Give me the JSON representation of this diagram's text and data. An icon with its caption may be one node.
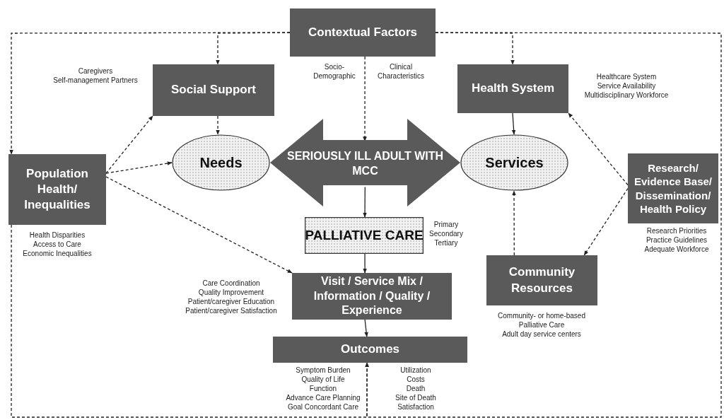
{
  "diagram": {
    "nodes": [
      {
        "text": [
          "Contextual Factors"
        ]
      },
      {
        "text": [
          "Social Support"
        ],
        "beside": [
          "Caregivers",
          "Self-management Partners"
        ]
      },
      {
        "text": [
          "Health System"
        ],
        "beside": [
          "Healthcare System",
          "Service Availability",
          "Multidisciplinary Workforce"
        ]
      },
      {
        "text": [
          "Population Health/ Inequalities"
        ],
        "beside": [
          "Health Disparities",
          "Access to Care",
          "Economic Inequalities"
        ]
      },
      {
        "text": [
          "Needs"
        ]
      },
      {
        "text": [
          "SERIOUSLY ILL ADULT WITH MCC"
        ]
      },
      {
        "text": [
          "Services"
        ]
      },
      {
        "text": [
          "Research/ Evidence Base/ Dissemination/ Health Policy"
        ],
        "beside": [
          "Research Priorities",
          "Practice Guidelines",
          "Adequate Workforce"
        ]
      },
      {
        "text": [
          "PALLIATIVE CARE"
        ],
        "beside": [
          "Primary",
          "Secondary",
          "Tertiary"
        ]
      },
      {
        "text": [
          "Community Resources"
        ],
        "beside": [
          "Community- or home-based",
          "Palliative Care",
          "Adult day service centers"
        ]
      },
      {
        "text": [
          "Visit / Service Mix / Information / Quality / Experience"
        ],
        "beside": [
          "Care Coordination",
          "Quality Improvement",
          "Patient/caregiver Education",
          "Patient/caregiver Satisfaction"
        ]
      },
      {
        "text": [
          "Outcomes"
        ],
        "beside": [
          "Symptom Burden",
          "Quality of Life",
          "Function",
          "Advance Care Planning",
          "Goal Concordant Care",
          "Utilization",
          "Costs",
          "Death",
          "Site of Death",
          "Satisfaction"
        ]
      }
    ],
    "edges": [
      {
        "from": 0,
        "to": 1,
        "arrow": "to",
        "style": "dashed"
      },
      {
        "from": 0,
        "to": 2,
        "arrow": "to",
        "style": "dashed"
      },
      {
        "from": 0,
        "to": 3,
        "arrow": "to",
        "style": "dashed"
      },
      {
        "from": 0,
        "to": 5,
        "arrow": "to",
        "style": "dashed"
      },
      {
        "from": 1,
        "to": 4,
        "arrow": "to",
        "style": "dashed"
      },
      {
        "from": 3,
        "to": 1,
        "arrow": "to",
        "style": "dashed"
      },
      {
        "from": 3,
        "to": 4,
        "arrow": "to",
        "style": "dashed"
      },
      {
        "from": 3,
        "to": 10,
        "arrow": "to",
        "style": "dashed"
      },
      {
        "from": 2,
        "to": 6,
        "arrow": "to"
      },
      {
        "from": 7,
        "to": 2,
        "arrow": "to",
        "style": "dashed"
      },
      {
        "from": 7,
        "to": 9,
        "arrow": "to",
        "style": "dashed"
      },
      {
        "from": 9,
        "to": 6,
        "arrow": "to",
        "style": "dashed"
      },
      {
        "from": 5,
        "to": 8,
        "arrow": "to"
      },
      {
        "from": 8,
        "to": 10,
        "arrow": "to"
      },
      {
        "from": 10,
        "to": 11,
        "arrow": "to"
      },
      {
        "from": 0,
        "to": 11,
        "arrow": "to",
        "style": "dashed"
      },
      {
        "from": 4,
        "to": 6,
        "arrow": "both",
        "style": "thick",
        "color": "#5a5a5a"
      },
      {
        "from": 3,
        "to": 11,
        "arrow": "to",
        "style": "dashed"
      }
    ],
    "labels": [
      "Socio- Demographic",
      "Clinical Characteristics"
    ]
  }
}
